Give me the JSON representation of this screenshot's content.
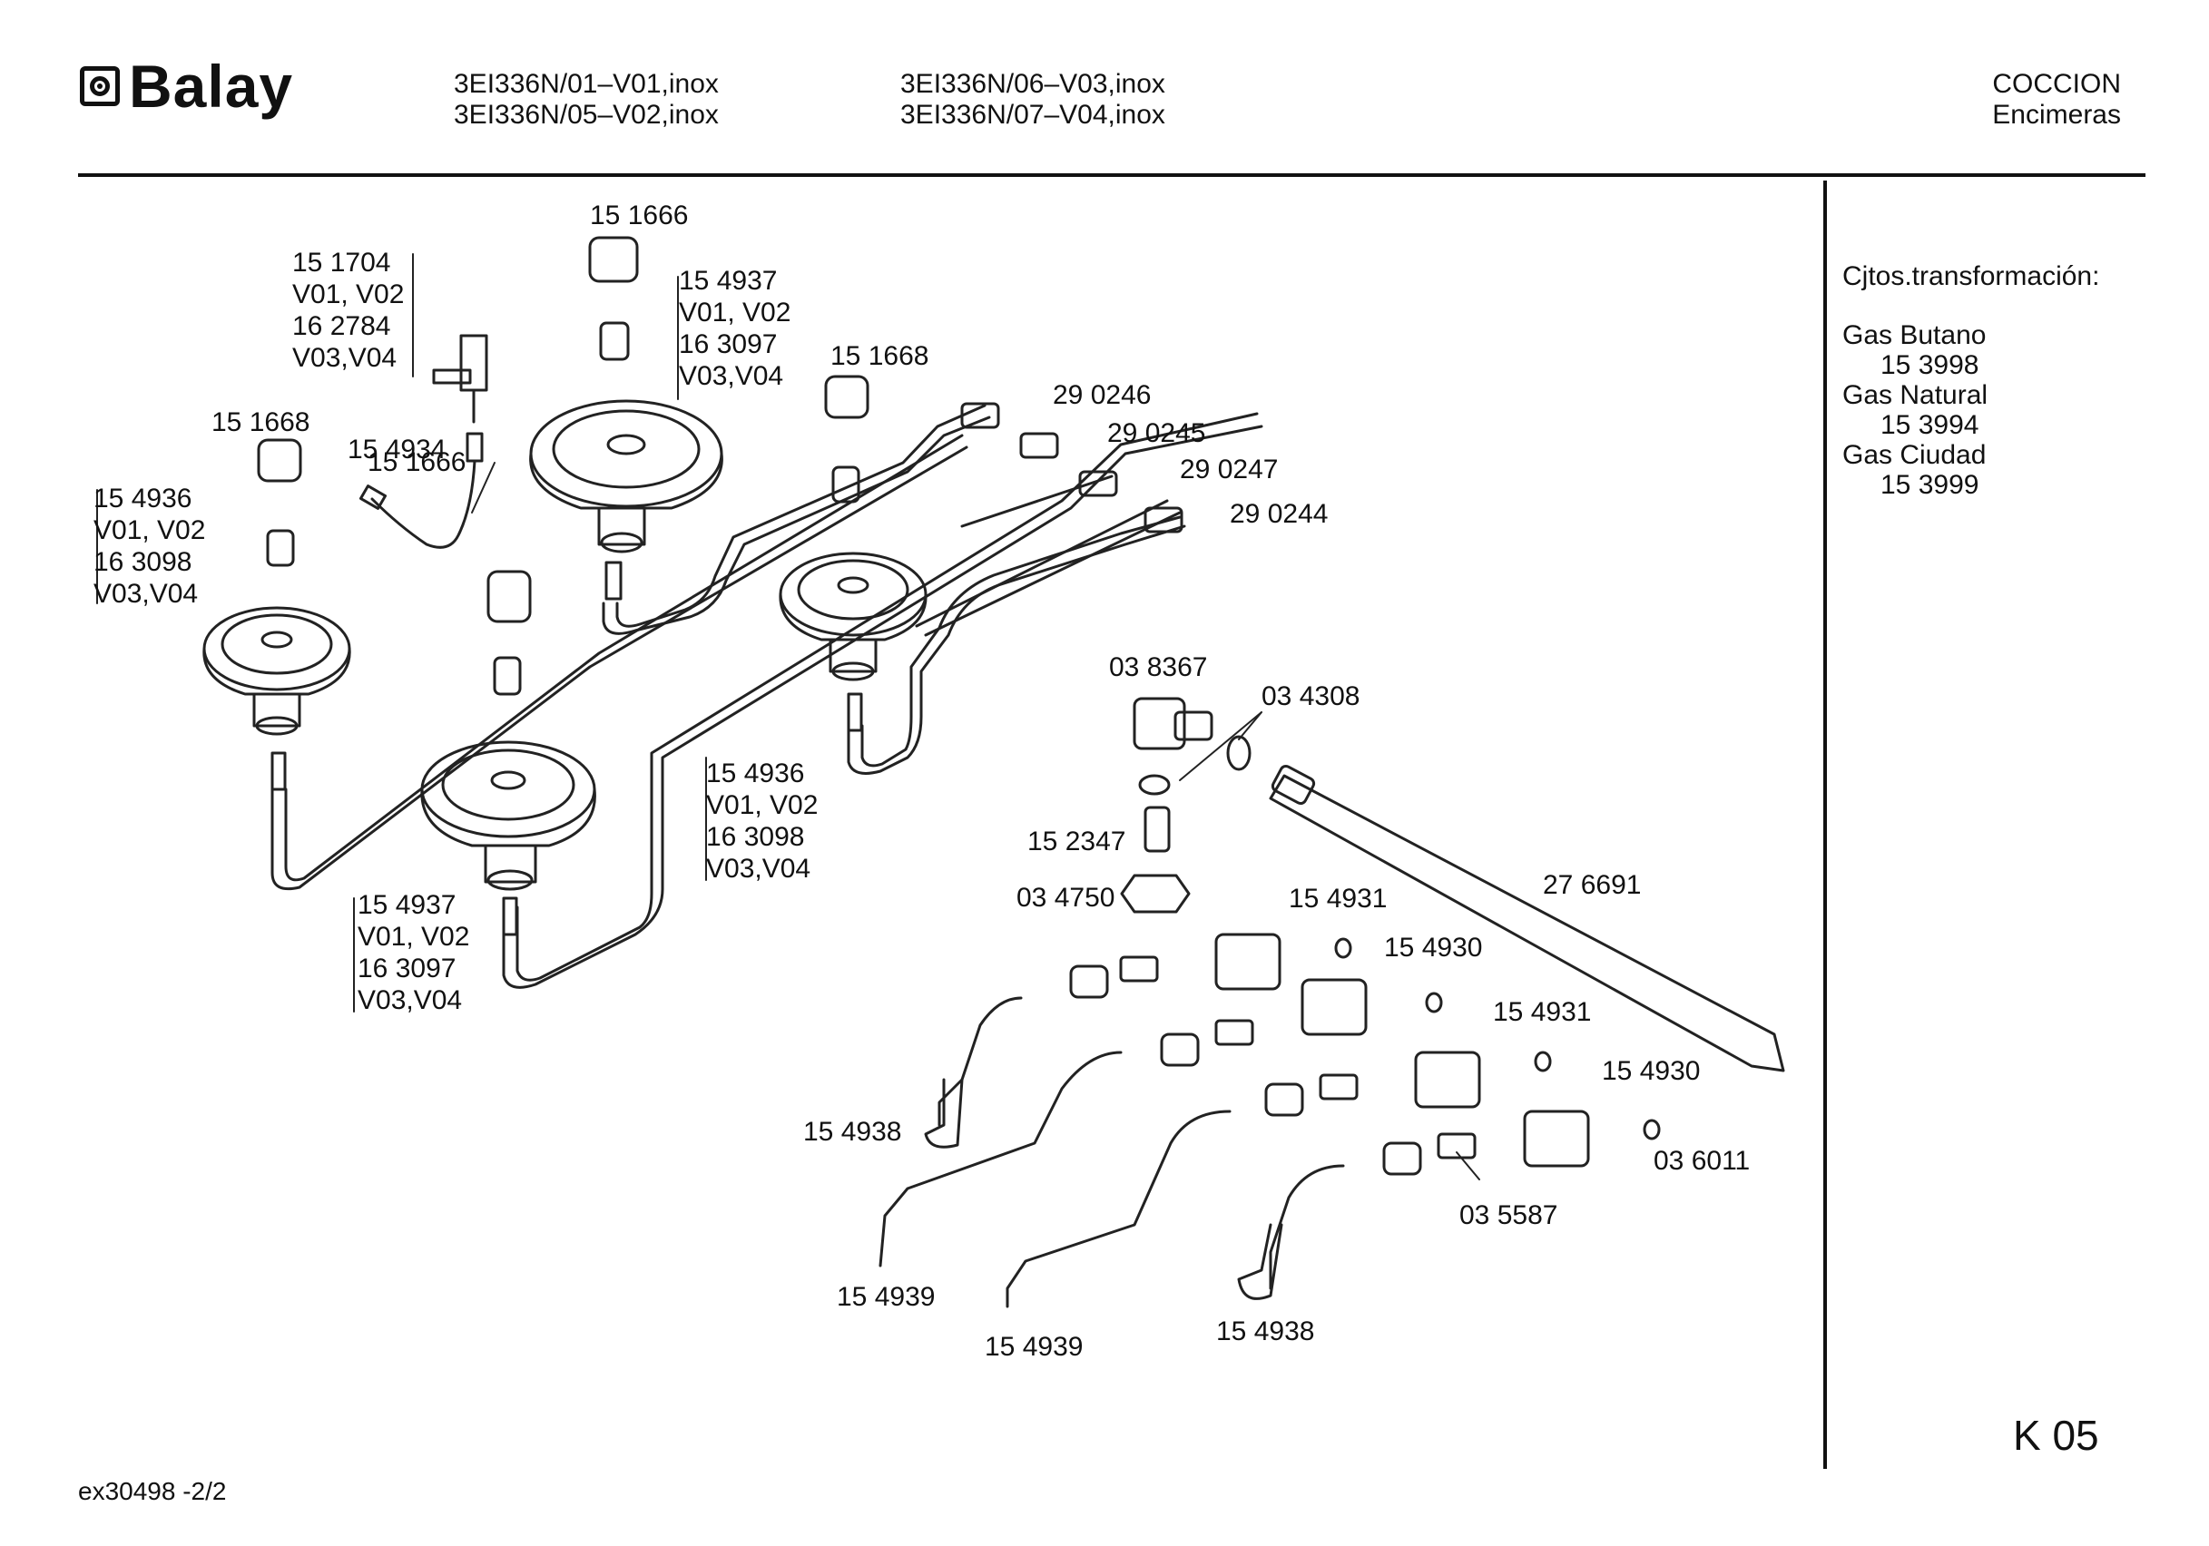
{
  "header": {
    "brand": "Balay",
    "models_col1": [
      "3EI336N/01–V01,inox",
      "3EI336N/05–V02,inox"
    ],
    "models_col2": [
      "3EI336N/06–V03,inox",
      "3EI336N/07–V04,inox"
    ],
    "category": "COCCION",
    "subcategory": "Encimeras"
  },
  "sidebar": {
    "title": "Cjtos.transformación:",
    "kits": [
      {
        "gas": "Gas Butano",
        "code": "15 3998"
      },
      {
        "gas": "Gas Natural",
        "code": "15 3994"
      },
      {
        "gas": "Gas Ciudad",
        "code": "15 3999"
      }
    ],
    "page_id": "K 05"
  },
  "footer": {
    "ref": "ex30498  -2/2"
  },
  "parts": {
    "p_151666_top": "15 1666",
    "p_151666_mid": "15 1666",
    "p_151668_left": "15 1668",
    "p_151668_right": "15 1668",
    "p_154934": "15 4934",
    "p_290246": "29 0246",
    "p_290245": "29 0245",
    "p_290247": "29 0247",
    "p_290244": "29 0244",
    "p_038367": "03 8367",
    "p_034308": "03 4308",
    "p_152347": "15 2347",
    "p_034750": "03 4750",
    "p_276691": "27 6691",
    "p_154931_a": "15 4931",
    "p_154930_a": "15 4930",
    "p_154931_b": "15 4931",
    "p_154930_b": "15 4930",
    "p_036011": "03 6011",
    "p_035587": "03 5587",
    "p_154938_a": "15 4938",
    "p_154939_a": "15 4939",
    "p_154939_b": "15 4939",
    "p_154938_b": "15 4938"
  },
  "groups": {
    "g_ignition": [
      "15 1704",
      "V01, V02",
      "16 2784",
      "V03,V04"
    ],
    "g_burner_top": [
      "15 4937",
      "V01, V02",
      "16 3097",
      "V03,V04"
    ],
    "g_burner_left": [
      "15 4936",
      "V01, V02",
      "16 3098",
      "V03,V04"
    ],
    "g_burner_mid": [
      "15 4936",
      "V01, V02",
      "16 3098",
      "V03,V04"
    ],
    "g_burner_big": [
      "15 4937",
      "V01, V02",
      "16 3097",
      "V03,V04"
    ]
  }
}
